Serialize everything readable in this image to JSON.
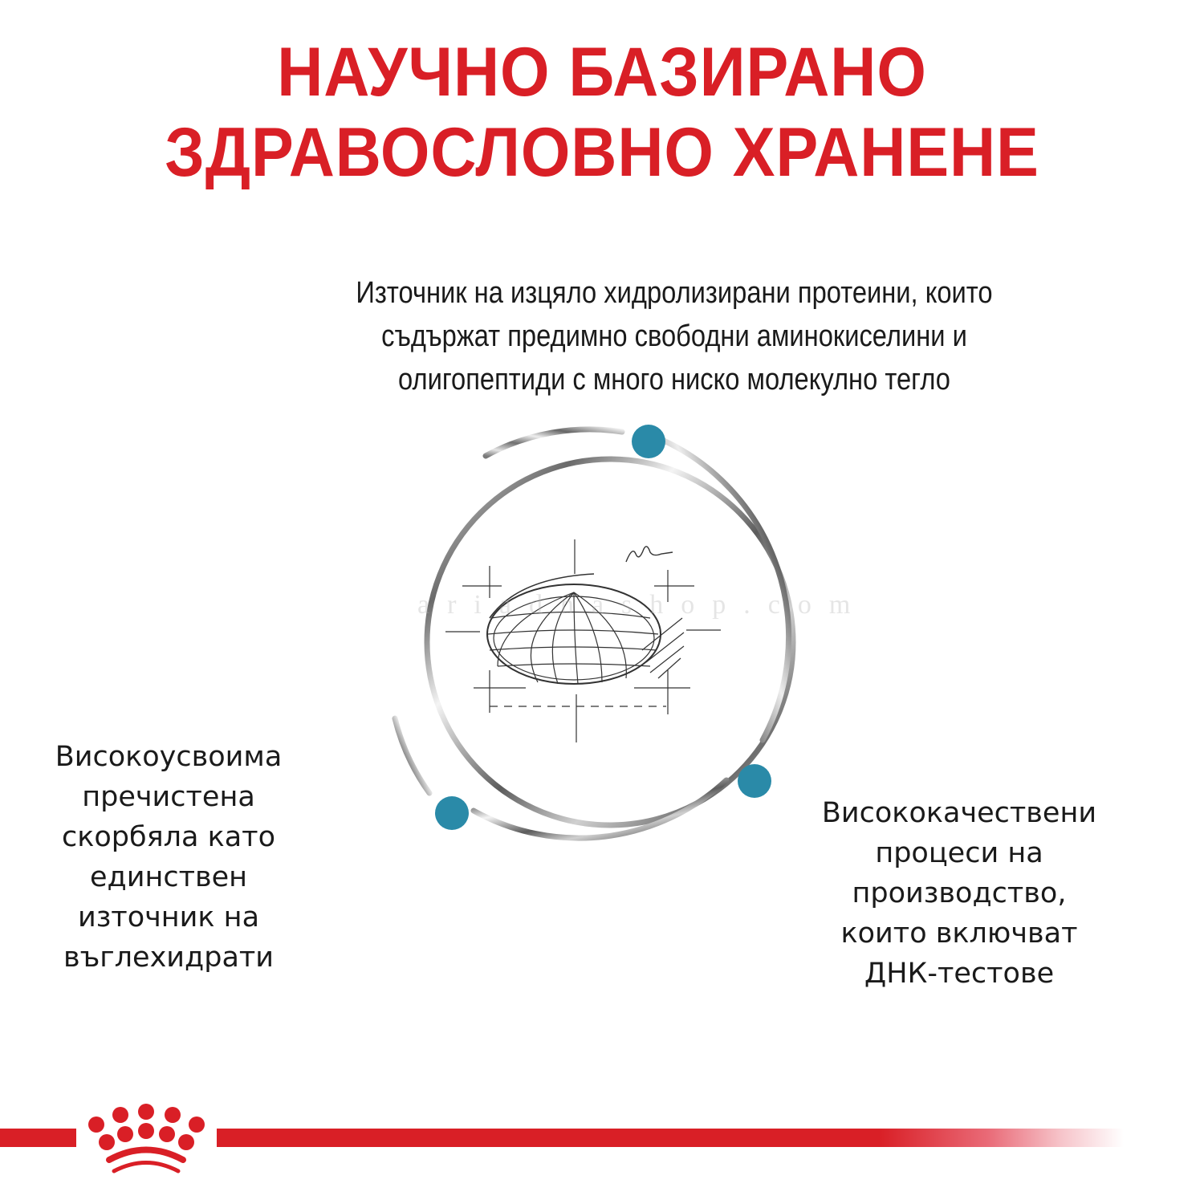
{
  "headline": {
    "line1": "НАУЧНО БАЗИРАНО",
    "line2": "ЗДРАВОСЛОВНО ХРАНЕНЕ"
  },
  "benefits": {
    "top": {
      "lines": [
        "Източник на изцяло хидролизирани протеини, които",
        "съдържат предимно свободни аминокиселини и",
        "олигопептиди с много ниско молекулно тегло"
      ]
    },
    "left": {
      "lines": [
        "Високоусвоима",
        "пречистена",
        "скорбяла като",
        "единствен",
        "източник на",
        "въглехидрати"
      ]
    },
    "right": {
      "lines": [
        "Висококачествени",
        "процеси на",
        "производство,",
        "които включват",
        "ДНК-тестове"
      ]
    }
  },
  "diagram": {
    "icon": "kibble-sketch-icon",
    "dot_color": "#2a8aa8",
    "ring_color": "#7a7a7a"
  },
  "watermark": "ariadnashop.com",
  "footer": {
    "logo": "royal-canin-crown-icon",
    "brand_color": "#d91f26"
  },
  "colors": {
    "headline": "#d91f26",
    "body_text": "#1a1a1a",
    "accent_dot": "#2a8aa8",
    "background": "#ffffff"
  }
}
